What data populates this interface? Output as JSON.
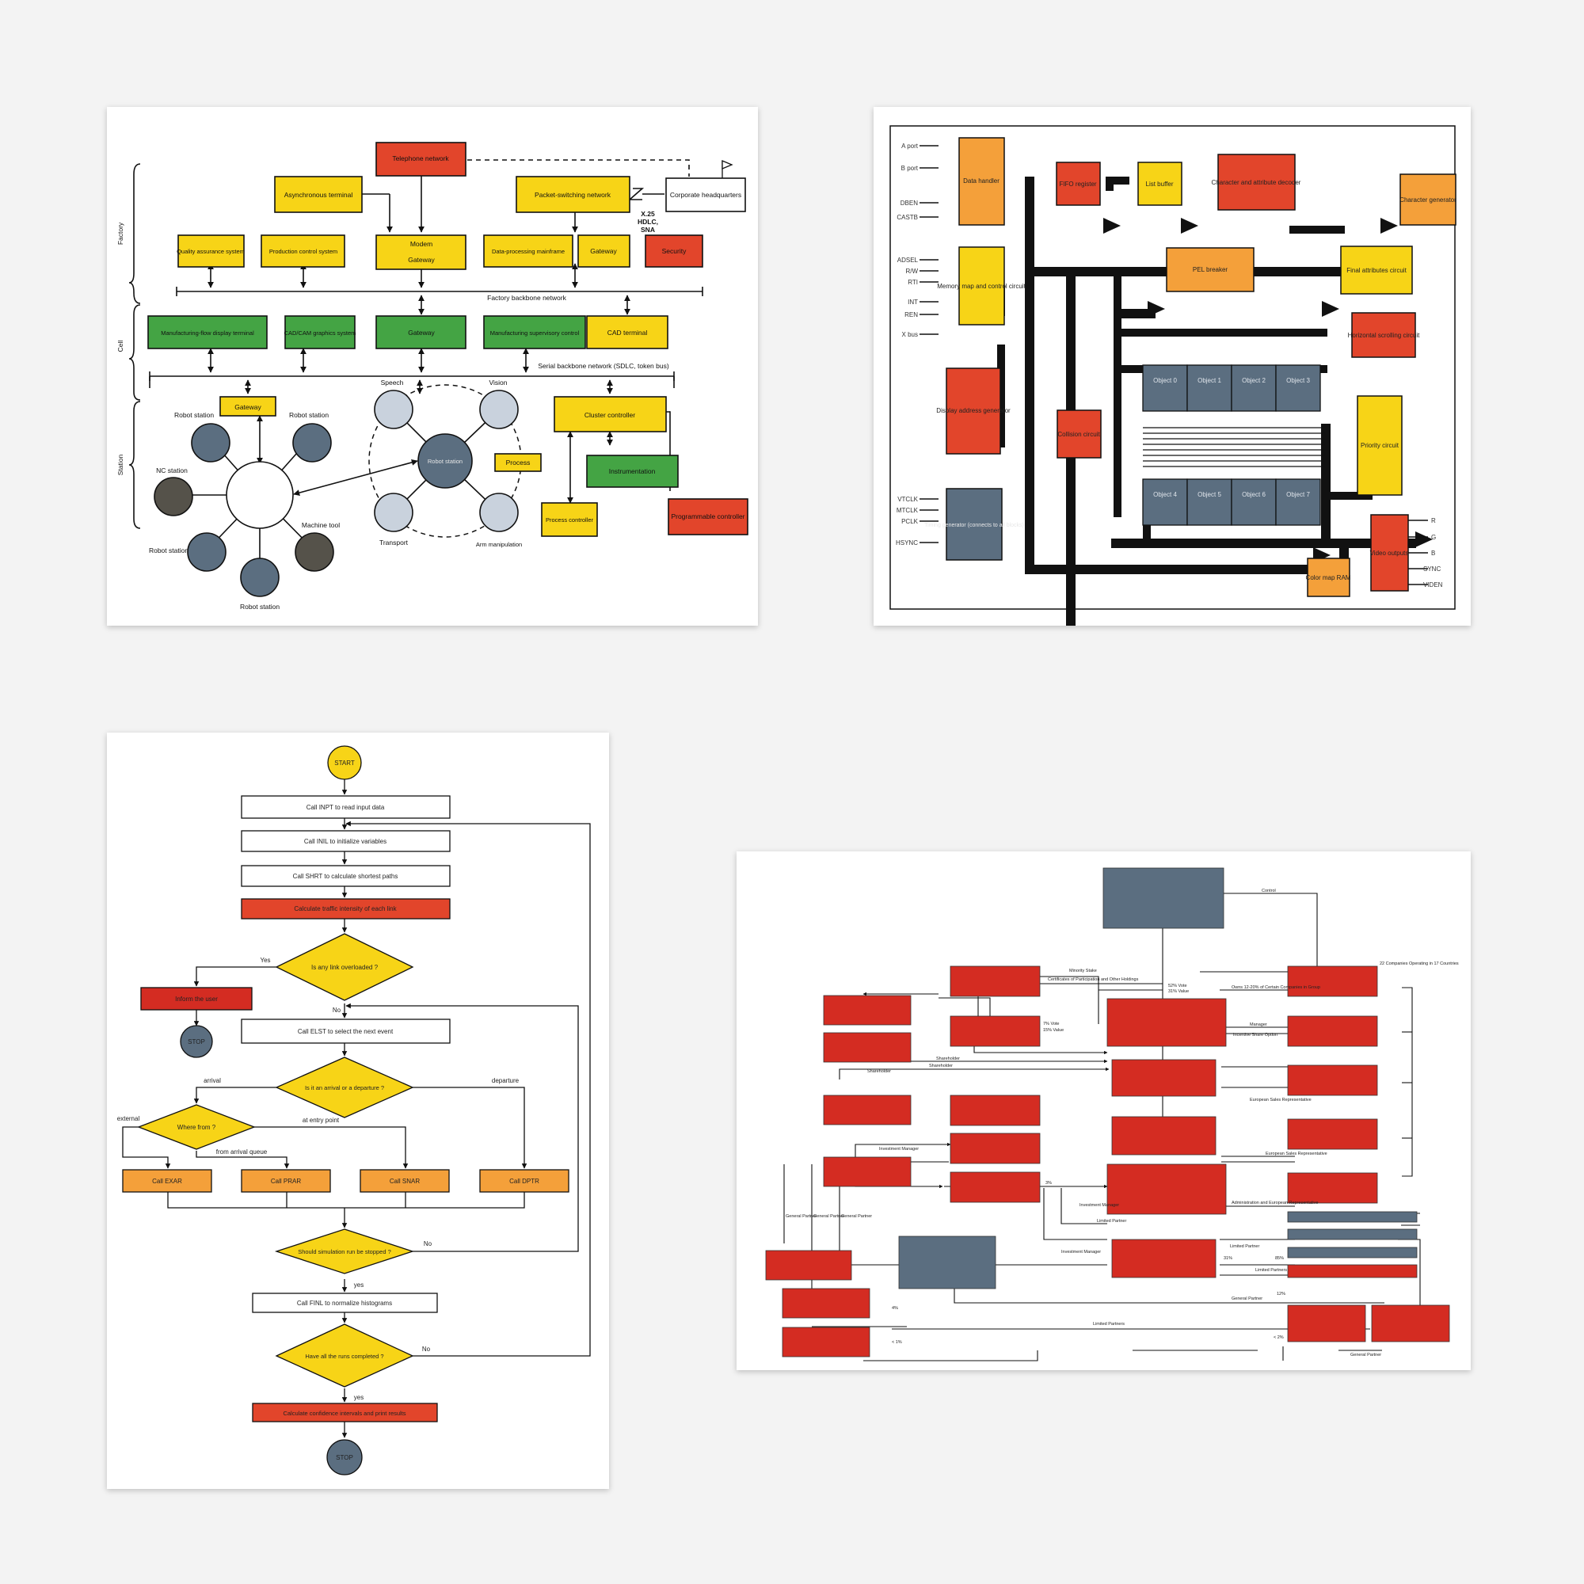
{
  "palette": {
    "yellow": "#f7d417",
    "red": "#e2452b",
    "green": "#44a444",
    "orange": "#f4a03a",
    "slate": "#5b6e80",
    "lightslate": "#c9d2dd",
    "dark": "#55524a",
    "black": "#111111",
    "crimson": "#d42c22"
  },
  "network": {
    "tiers": [
      "Factory",
      "Cell",
      "Station"
    ],
    "telephone": "Telephone network",
    "async": "Asynchronous terminal",
    "packet": "Packet-switching network",
    "hq": "Corporate headquarters",
    "x25": "X.25",
    "hdlc": "HDLC,",
    "sna": "SNA",
    "quality": "Quality assurance system",
    "production": "Production control system",
    "modem": "Modem",
    "modem_gw": "Gateway",
    "dp": "Data-processing mainframe",
    "gateway": "Gateway",
    "security": "Security",
    "factory_bus": "Factory backbone network",
    "mfd": "Manufacturing-flow display terminal",
    "cadcam": "CAD/CAM graphics system",
    "cell_gw": "Gateway",
    "msc": "Manufacturing supervisory control",
    "cad": "CAD terminal",
    "serial_bus": "Serial backbone network (SDLC, token bus)",
    "station_gw": "Gateway",
    "robot": "Robot station",
    "nc": "NC station",
    "machine": "Machine tool",
    "speech": "Speech",
    "vision": "Vision",
    "center_robot": "Robot station",
    "process": "Process",
    "transport": "Transport",
    "arm": "Arm manipulation",
    "cluster": "Cluster controller",
    "instr": "Instrumentation",
    "pctrl": "Process controller",
    "plc": "Programmable controller"
  },
  "video": {
    "aport": "A port",
    "bport": "B port",
    "dben": "DBEN",
    "castb": "CASTB",
    "adsel": "ADSEL",
    "rw": "R/W",
    "rti": "RTI",
    "int": "INT",
    "ren": "REN",
    "xbus": "X bus",
    "vtclk": "VTCLK",
    "mtclk": "MTCLK",
    "pclk": "PCLK",
    "hsync": "HSYNC",
    "data_handler": "Data handler",
    "fifo": "FIFO register",
    "list": "List buffer",
    "char_dec": "Character and attribute decoder",
    "char_gen": "Character generator",
    "memmap": "Memory map and control circuit",
    "pel": "PEL breaker",
    "final": "Final attributes circuit",
    "hscroll": "Horizontal scrolling circuit",
    "display": "Display address generator",
    "collision": "Collision circuit",
    "priority": "Priority circuit",
    "timing": "Timing generator (connects to all blocks)",
    "video_out": "Video outputs",
    "color": "Color map RAM",
    "objects": [
      "Object 0",
      "Object 1",
      "Object 2",
      "Object 3",
      "Object 4",
      "Object 5",
      "Object 6",
      "Object 7"
    ],
    "outputs": [
      "R",
      "G",
      "B",
      "SYNC",
      "VIDEN"
    ]
  },
  "flow": {
    "start": "START",
    "inpt": "Call INPT to read input data",
    "inil": "Call INIL to initialize variables",
    "shrt": "Call SHRT to calculate shortest paths",
    "traffic": "Calculate traffic intensity of each link",
    "overloaded": "Is any link overloaded ?",
    "yes": "Yes",
    "no": "No",
    "inform": "Inform the user",
    "stop": "STOP",
    "elst": "Call ELST to select the next event",
    "arrdep": "Is it an arrival or a departure ?",
    "arrival": "arrival",
    "departure": "departure",
    "where": "Where from ?",
    "external": "external",
    "entry": "at entry point",
    "queue": "from arrival queue",
    "exar": "Call EXAR",
    "prar": "Call PRAR",
    "snar": "Call SNAR",
    "dptr": "Call DPTR",
    "should": "Should simulation run be stopped ?",
    "no2": "No",
    "yes2": "yes",
    "finl": "Call FINL to normalize histograms",
    "have": "Have all the runs completed ?",
    "no3": "No",
    "yes3": "yes",
    "confidence": "Calculate confidence intervals and print results",
    "stop2": "STOP"
  },
  "org": {
    "control": "Control",
    "minority": "Minority Stake",
    "certificates": "Certificates of Participation and Other Holdings",
    "vote52": "52% Vote",
    "value31": "31% Value",
    "owns": "Owns 12-20% of Certain Companies in Group",
    "companies22": "22 Companies Operating in 17 Countries",
    "vote7": "7% Vote",
    "value15": "15% Value",
    "manager": "Manager",
    "incentive": "Incentive Share Option",
    "shareholder1": "Shareholder",
    "shareholder2": "Shareholder",
    "shareholder3": "Shareholder",
    "euro1": "European Sales Representative",
    "euro2": "European Sales Representative",
    "inv_mgr1": "Investment Manager",
    "pct3": "3%",
    "inv_mgr2": "Investment Manager",
    "admin": "Administration and European Representative",
    "gp1": "General Partner",
    "gp2": "General Partner",
    "gp3": "General Partner",
    "limited1": "Limited Partner",
    "inv_mgr3": "Investment Manager",
    "limited2": "Limited Partner",
    "pct31": "31%",
    "pct85": "85%",
    "limited3": "Limited Partners",
    "pct12": "12%",
    "gp4": "General Partner",
    "pct4": "4%",
    "limited_partners": "Limited Partners",
    "lt1": "< 1%",
    "lt2": "< 2%",
    "gp5": "General Partner"
  }
}
